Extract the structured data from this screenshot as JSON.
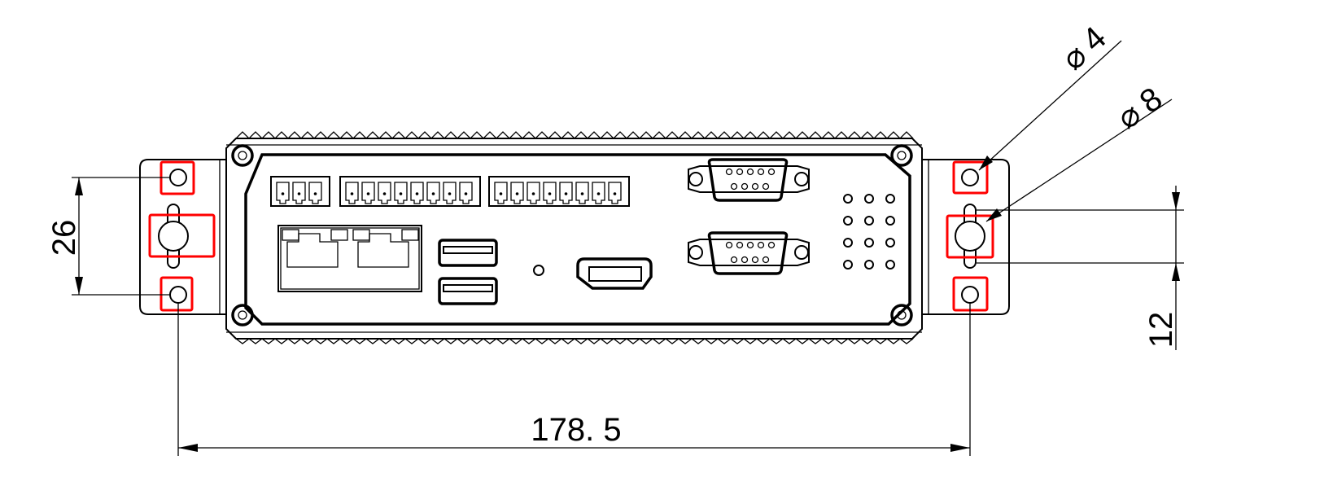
{
  "dimensions": {
    "mount_hole_vertical_spacing": "26",
    "mount_hole_horizontal_spacing": "178. 5",
    "keyhole_slot_height": "12",
    "small_hole_diameter": "4",
    "keyhole_diameter": "8",
    "diameter_symbol": "⌀"
  },
  "colors": {
    "highlight": "#ff0000",
    "line": "#000000"
  },
  "device": {
    "terminal_blocks_pins": [
      3,
      8,
      8
    ],
    "ethernet_ports": 2,
    "usb_ports": 2,
    "hdmi_ports": 1,
    "serial_db9_ports": 2
  }
}
